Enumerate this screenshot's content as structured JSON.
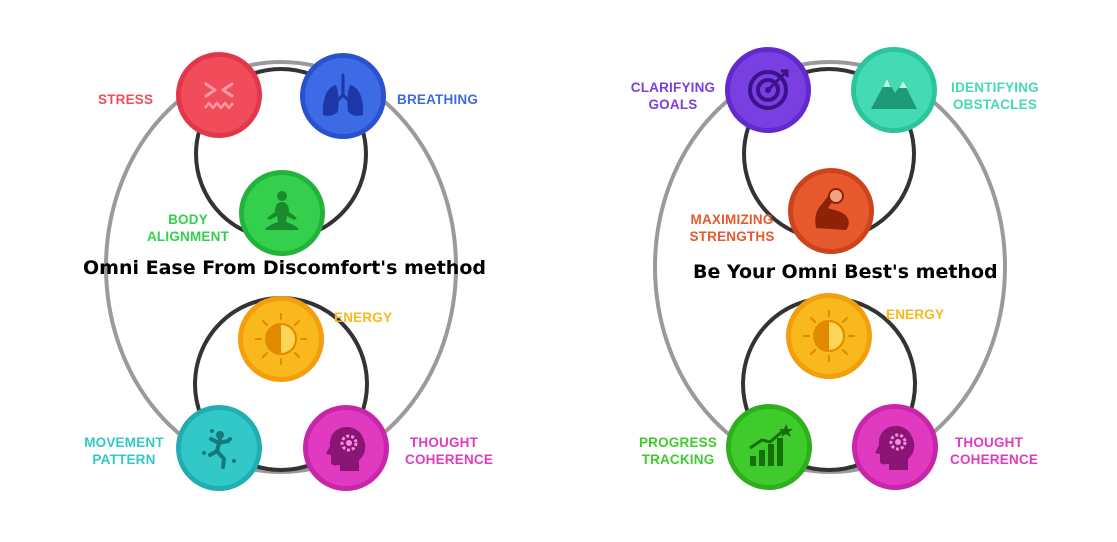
{
  "left": {
    "title": "Omni Ease From Discomfort's method",
    "nodes": {
      "stress": {
        "lines": [
          "STRESS"
        ],
        "color": "#f04c5a",
        "ring": "#e0384a",
        "icon": "stress-face-icon"
      },
      "breathing": {
        "lines": [
          "BREATHING"
        ],
        "color": "#3d6be6",
        "ring": "#2a52cf",
        "icon": "lungs-icon"
      },
      "body_alignment": {
        "lines": [
          "BODY",
          "ALIGNMENT"
        ],
        "color": "#35cf4e",
        "ring": "#23b33b",
        "icon": "meditation-icon"
      },
      "energy": {
        "lines": [
          "ENERGY"
        ],
        "color": "#f9b81c",
        "ring": "#f29e0d",
        "icon": "sun-icon"
      },
      "movement_pattern": {
        "lines": [
          "MOVEMENT",
          "PATTERN"
        ],
        "color": "#33c8c8",
        "ring": "#22aeb0",
        "icon": "climber-icon"
      },
      "thought_coherence": {
        "lines": [
          "THOUGHT",
          "COHERENCE"
        ],
        "color": "#e03bc0",
        "ring": "#c626a7",
        "icon": "head-gear-icon"
      }
    }
  },
  "right": {
    "title": "Be Your Omni Best's method",
    "nodes": {
      "clarifying_goals": {
        "lines": [
          "CLARIFYING",
          "GOALS"
        ],
        "color": "#7a3fe0",
        "ring": "#6229cc",
        "icon": "target-icon"
      },
      "identifying_obstacles": {
        "lines": [
          "IDENTIFYING",
          "OBSTACLES"
        ],
        "color": "#44dbb4",
        "ring": "#2cc49c",
        "icon": "mountain-icon"
      },
      "maximizing_strengths": {
        "lines": [
          "MAXIMIZING",
          "STRENGTHS"
        ],
        "color": "#e65a2e",
        "ring": "#cc431c",
        "icon": "flexed-arm-icon"
      },
      "energy": {
        "lines": [
          "ENERGY"
        ],
        "color": "#f9b81c",
        "ring": "#f29e0d",
        "icon": "sun-icon"
      },
      "progress_tracking": {
        "lines": [
          "PROGRESS",
          "TRACKING"
        ],
        "color": "#3fcb2c",
        "ring": "#2db01c",
        "icon": "bar-chart-icon"
      },
      "thought_coherence": {
        "lines": [
          "THOUGHT",
          "COHERENCE"
        ],
        "color": "#e03bc0",
        "ring": "#c626a7",
        "icon": "head-gear-icon"
      }
    }
  }
}
